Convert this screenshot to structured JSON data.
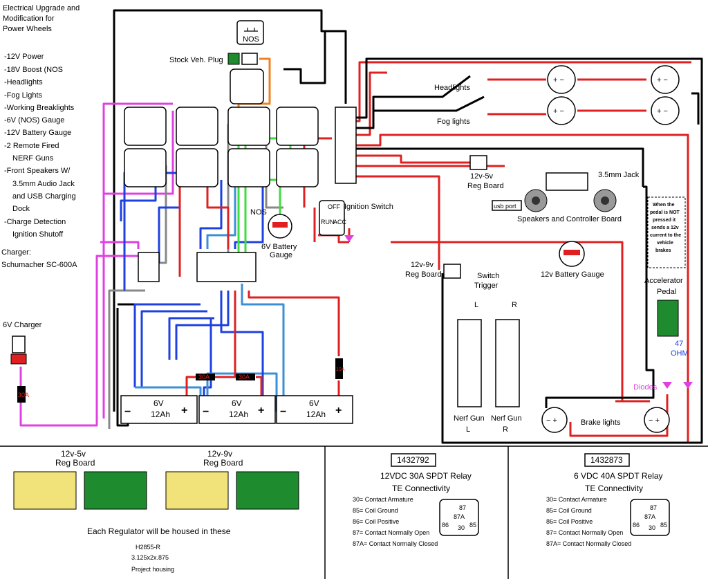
{
  "title_lines": [
    "Electrical Upgrade and",
    "Modification for",
    "Power Wheels"
  ],
  "features": [
    "-12V Power",
    "-18V Boost (NOS",
    "-Headlights",
    "-Fog Lights",
    "-Working Breaklights",
    "-6V (NOS) Gauge",
    "-12V Battery Gauge",
    "-2 Remote Fired",
    "NERF Guns",
    "-Front Speakers W/",
    "3.5mm Audio Jack",
    "and USB Charging",
    "Dock",
    "-Charge Detection",
    "Ignition Shutoff"
  ],
  "charger_lines": [
    "Charger:",
    "Schumacher SC-600A"
  ],
  "labels": {
    "nos_switch": "NOS",
    "stock_plug": "Stock Veh. Plug",
    "nos": "NOS",
    "gauge6_l1": "6V Battery",
    "gauge6_l2": "Gauge",
    "ignition": "Ignition Switch",
    "ign_off": "OFF",
    "ign_run": "RUN",
    "ign_acc": "ACC",
    "charger6": "6V Charger",
    "fuse30": "30A",
    "fuse10": "10A",
    "battery_v": "6V",
    "battery_ah": "12Ah",
    "headlights": "Headlights",
    "fog": "Fog lights",
    "reg5_l1": "12v-5v",
    "reg5_l2": "Reg Board",
    "jack": "3.5mm Jack",
    "usb": "usb port",
    "speakers": "Speakers and Controller Board",
    "brake_note": [
      "When the",
      "pedal is NOT",
      "pressed it",
      "sends a 12v",
      "current to the",
      "vehicle",
      "brakes"
    ],
    "reg9_l1": "12v-9v",
    "reg9_l2": "Reg Board",
    "switch_l1": "Switch",
    "switch_l2": "Trigger",
    "trig_l": "L",
    "trig_r": "R",
    "gauge12": "12v Battery Gauge",
    "accel_l1": "Accelerator",
    "accel_l2": "Pedal",
    "ohm_l1": "47",
    "ohm_l2": "OHM",
    "diodes": "Diodes",
    "nerf_l_l1": "Nerf Gun",
    "nerf_l_l2": "L",
    "nerf_r_l1": "Nerf Gun",
    "nerf_r_l2": "R",
    "brake": "Brake lights"
  },
  "bottom": {
    "reg5_l1": "12v-5v",
    "reg5_l2": "Reg Board",
    "reg9_l1": "12v-9v",
    "reg9_l2": "Reg Board",
    "housing_note": "Each Regulator will be housed in these",
    "housing_lines": [
      "H2855-R",
      "3.125x2x.875",
      "Project housing"
    ],
    "relay_keys": [
      "30= Contact Armature",
      "85= Coil Ground",
      "86= Coil Positive",
      "87= Contact Normally Open",
      "87A= Contact Normally Closed"
    ],
    "relay1": {
      "part": "1432792",
      "desc1": "12VDC 30A SPDT Relay",
      "desc2": "TE Connectivity"
    },
    "relay2": {
      "part": "1432873",
      "desc1": "6 VDC 40A SPDT Relay",
      "desc2": "TE Connectivity"
    },
    "pins": {
      "p87": "87",
      "p87a": "87A",
      "p86": "86",
      "p85": "85",
      "p30": "30"
    }
  },
  "colors": {
    "wire_black": "#000000",
    "wire_red": "#e02020",
    "wire_blue": "#1e40e0",
    "wire_lightblue": "#3b8fd6",
    "wire_green": "#3ddc3d",
    "wire_magenta": "#e040e0",
    "wire_orange": "#f08020",
    "pedal_green": "#1e8c2e",
    "board_yellow": "#f2e27a",
    "board_green": "#1e8c2e",
    "label_pink": "#e040e0"
  }
}
